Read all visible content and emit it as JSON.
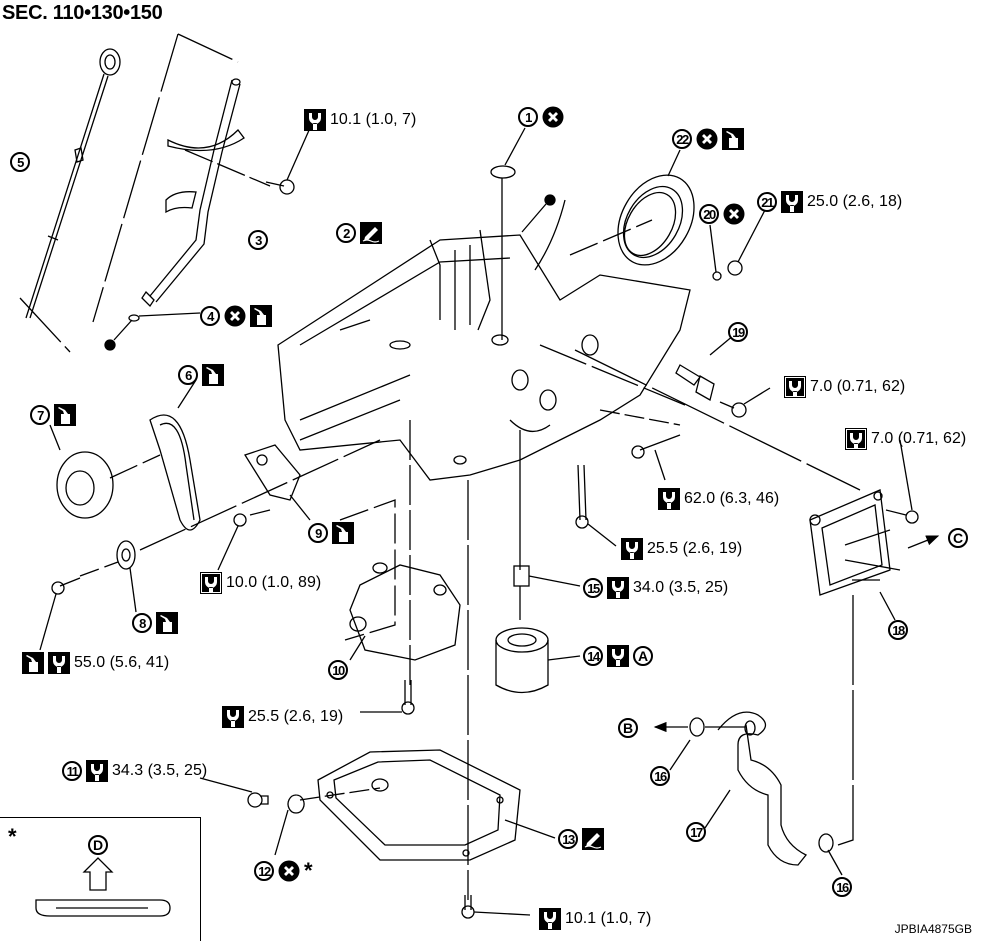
{
  "header": {
    "section_title": "SEC. 110•130•150"
  },
  "figure_id": "JPBIA4875GB",
  "symbols": {
    "torque": "torque-wrench-icon",
    "torque_special": "torque-wrench-bolt-icon",
    "replace": "do-not-reuse-icon",
    "oil": "apply-engine-oil-icon",
    "sealant": "apply-liquid-gasket-icon",
    "dot": "sealant-point-dot"
  },
  "parts": [
    {
      "num": "1",
      "symbols": [
        "replace"
      ]
    },
    {
      "num": "2",
      "symbols": [
        "sealant"
      ]
    },
    {
      "num": "3",
      "symbols": []
    },
    {
      "num": "4",
      "symbols": [
        "replace",
        "oil"
      ]
    },
    {
      "num": "5",
      "symbols": []
    },
    {
      "num": "6",
      "symbols": [
        "oil"
      ]
    },
    {
      "num": "7",
      "symbols": [
        "oil"
      ]
    },
    {
      "num": "8",
      "symbols": [
        "oil"
      ]
    },
    {
      "num": "9",
      "symbols": [
        "oil"
      ]
    },
    {
      "num": "10",
      "symbols": []
    },
    {
      "num": "11",
      "symbols": [
        "torque"
      ],
      "torque": "34.3 (3.5, 25)"
    },
    {
      "num": "12",
      "symbols": [
        "replace"
      ],
      "note": "*"
    },
    {
      "num": "13",
      "symbols": [
        "sealant"
      ]
    },
    {
      "num": "14",
      "symbols": [
        "torque"
      ],
      "ref": "A"
    },
    {
      "num": "15",
      "symbols": [
        "torque"
      ],
      "torque": "34.0 (3.5, 25)"
    },
    {
      "num": "16",
      "symbols": []
    },
    {
      "num": "16",
      "symbols": []
    },
    {
      "num": "17",
      "symbols": []
    },
    {
      "num": "18",
      "symbols": []
    },
    {
      "num": "19",
      "symbols": []
    },
    {
      "num": "20",
      "symbols": [
        "replace"
      ]
    },
    {
      "num": "21",
      "symbols": [
        "torque"
      ],
      "torque": "25.0 (2.6, 18)"
    },
    {
      "num": "22",
      "symbols": [
        "replace",
        "oil"
      ]
    }
  ],
  "torque_specs": [
    {
      "id": "guide-bolt",
      "type": "torque",
      "value": "10.1 (1.0, 7)"
    },
    {
      "id": "sensor-bolt",
      "type": "torque_special",
      "value": "7.0 (0.71, 62)"
    },
    {
      "id": "cooler-bolt",
      "type": "torque_special",
      "value": "7.0 (0.71, 62)"
    },
    {
      "id": "pan-upper-bolt",
      "type": "torque",
      "value": "62.0 (6.3, 46)"
    },
    {
      "id": "long-bolt",
      "type": "torque",
      "value": "25.5 (2.6, 19)"
    },
    {
      "id": "tensioner-bolt",
      "type": "torque_special",
      "value": "10.0 (1.0, 89)"
    },
    {
      "id": "idler-bolt",
      "type": "torque",
      "value": "55.0 (5.6, 41)",
      "oil": true
    },
    {
      "id": "pump-bolt",
      "type": "torque",
      "value": "25.5 (2.6, 19)"
    },
    {
      "id": "pan-lower-bolt",
      "type": "torque",
      "value": "10.1 (1.0, 7)"
    }
  ],
  "refs": {
    "A": "A",
    "B": "B",
    "C": "C",
    "D": "D"
  },
  "inset": {
    "marker": "*",
    "ref": "D"
  }
}
